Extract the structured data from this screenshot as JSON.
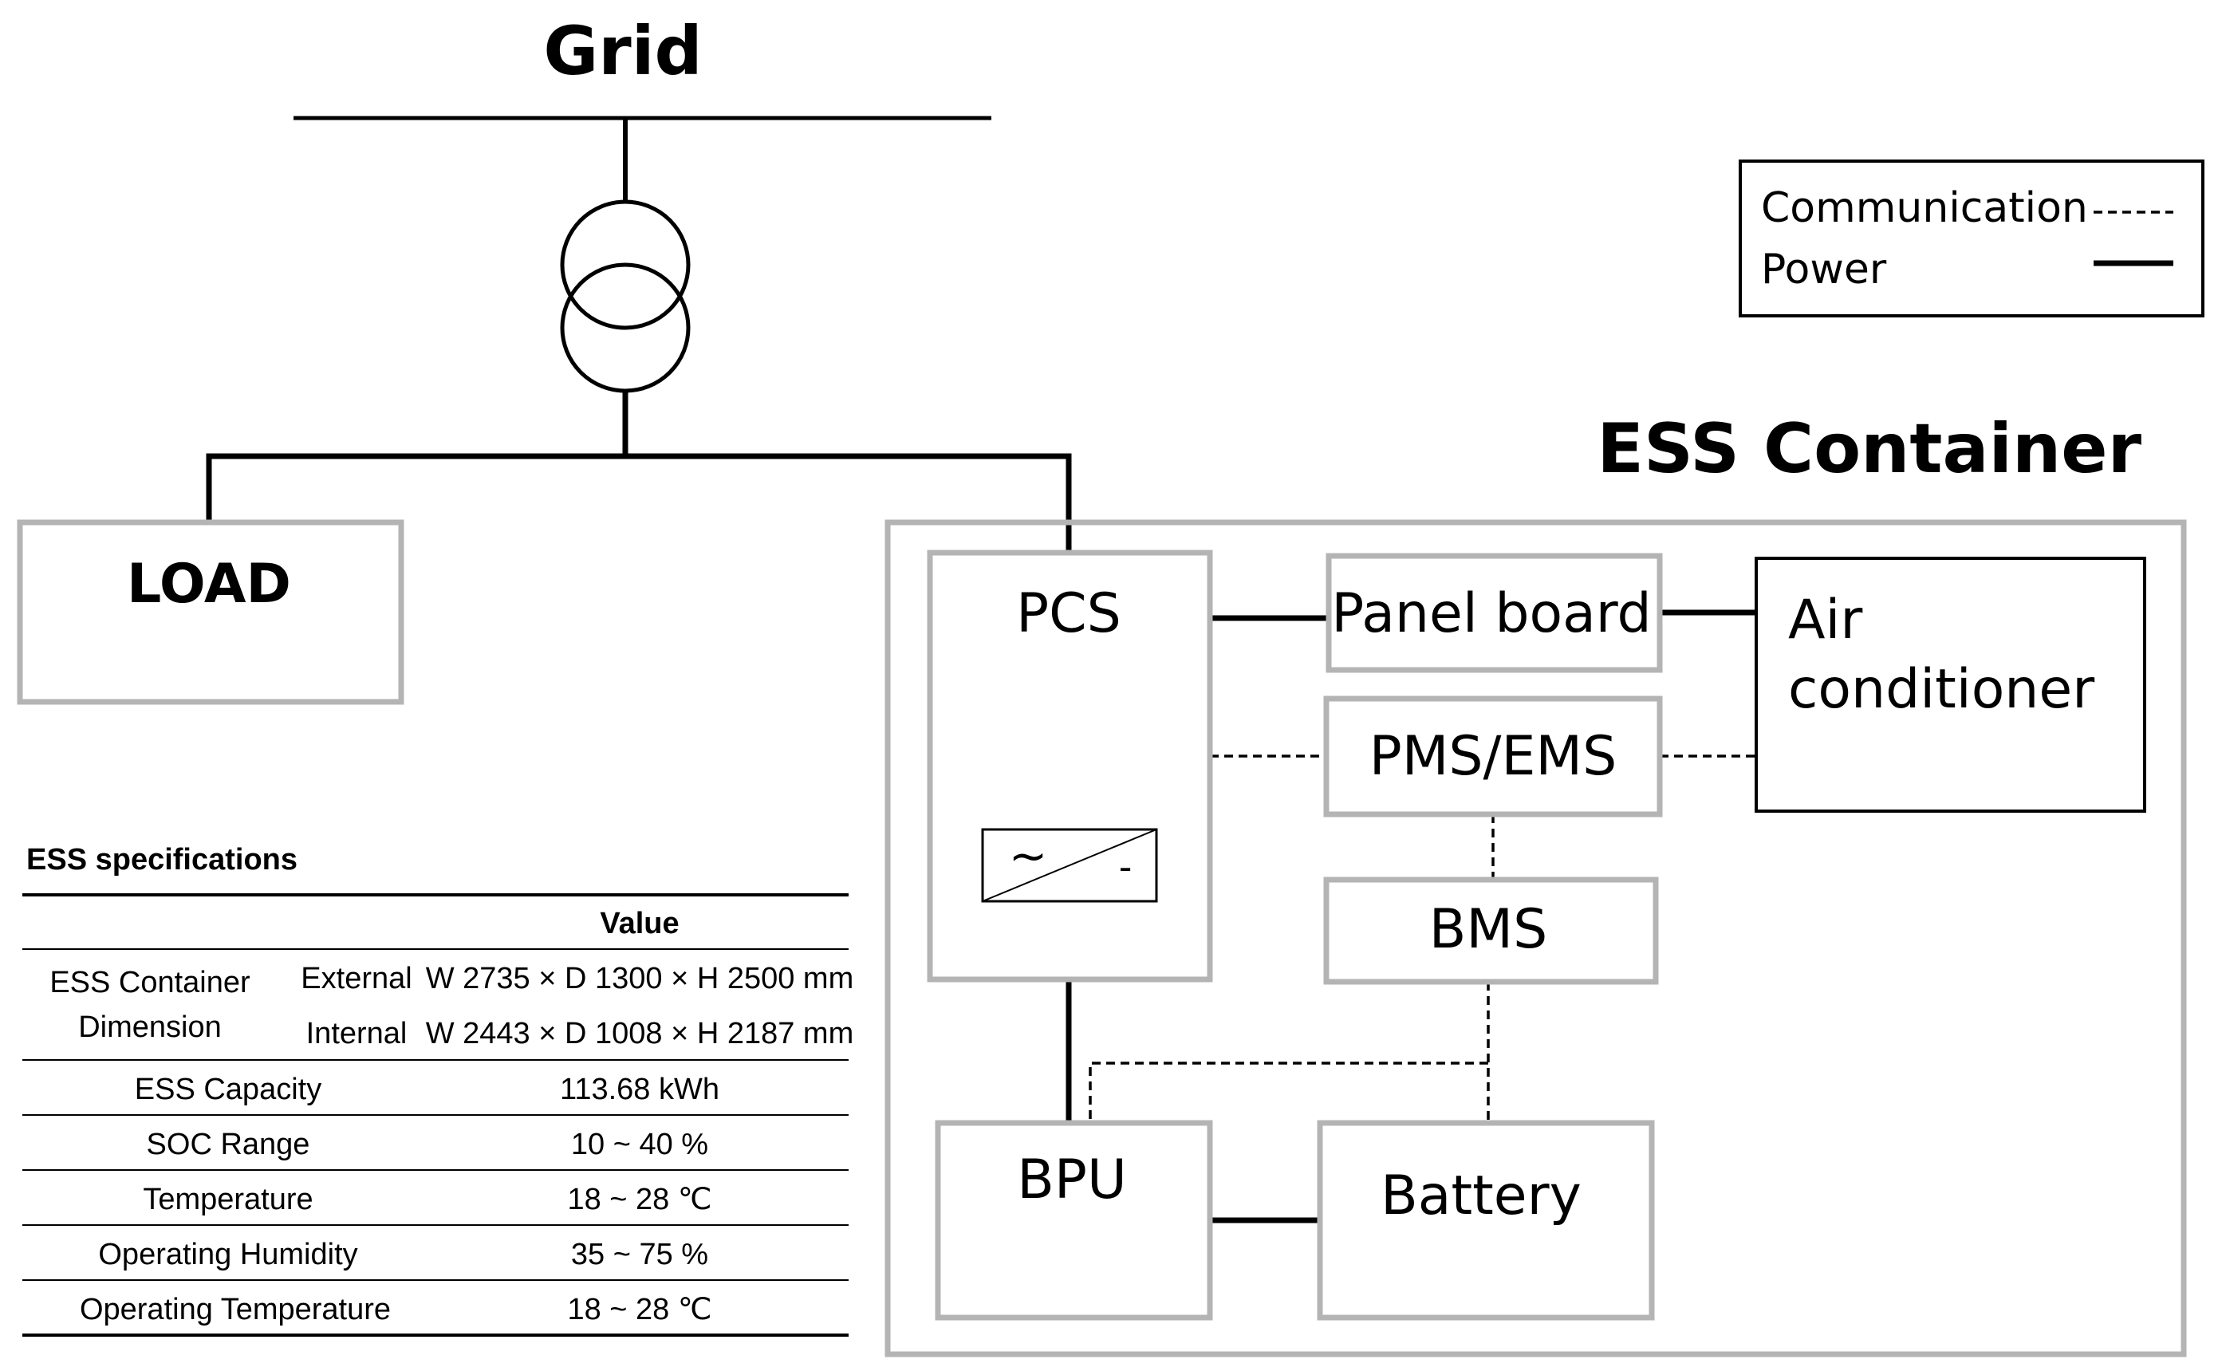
{
  "diagram": {
    "grid_label": "Grid",
    "load_label": "LOAD",
    "container_title": "ESS Container",
    "blocks": {
      "pcs": "PCS",
      "panel_board": "Panel board",
      "pms_ems": "PMS/EMS",
      "bms": "BMS",
      "bpu": "BPU",
      "battery": "Battery",
      "air_conditioner_line1": "Air",
      "air_conditioner_line2": "conditioner"
    },
    "inverter_symbol": {
      "ac": "~",
      "dc": "-"
    },
    "legend": {
      "communication": "Communication",
      "power": "Power"
    }
  },
  "spec_table": {
    "title": "ESS specifications",
    "value_header": "Value",
    "rows": [
      {
        "item_line1": "ESS Container",
        "item_line2": "Dimension",
        "sub": "External",
        "value": "W 2735 × D 1300 × H 2500 mm"
      },
      {
        "sub": "Internal",
        "value": "W 2443 × D 1008 × H 2187 mm"
      },
      {
        "item": "ESS Capacity",
        "value": "113.68 kWh"
      },
      {
        "item": "SOC Range",
        "value": "10 ~ 40 %"
      },
      {
        "item": "Temperature",
        "value": "18 ~ 28 ℃"
      },
      {
        "item": "Operating Humidity",
        "value": "35 ~ 75 %"
      },
      {
        "item": "Operating Temperature",
        "value": "18 ~ 28 ℃"
      }
    ]
  }
}
